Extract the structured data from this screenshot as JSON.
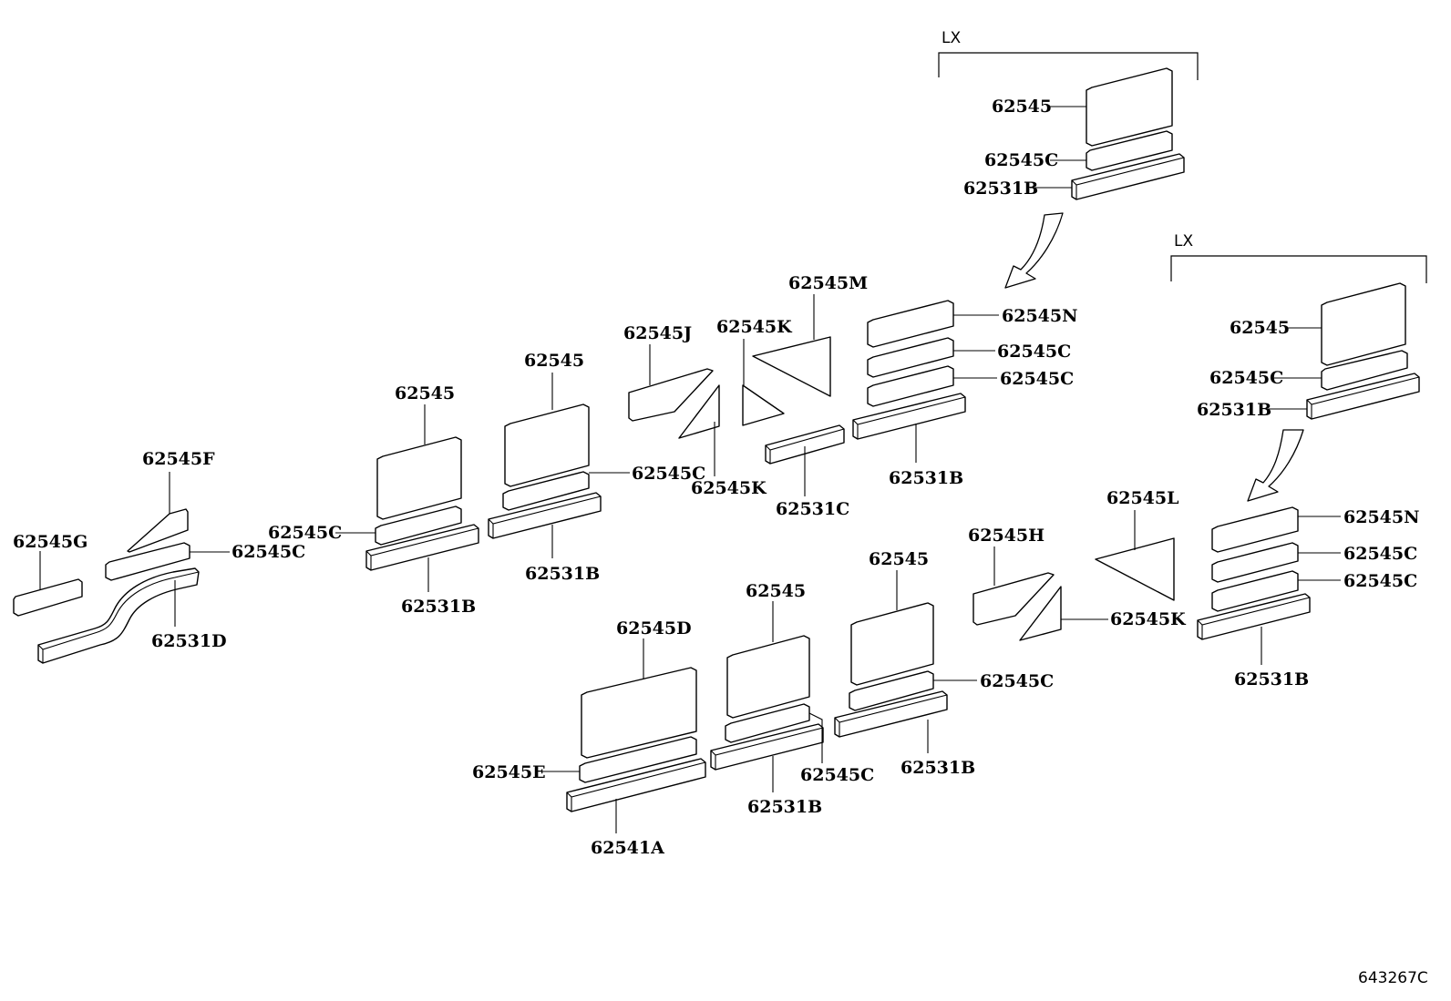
{
  "diagram": {
    "variant_label": "LX",
    "reference_code": "643267C",
    "labels": {
      "lx1_62545": "62545",
      "lx1_62545c": "62545C",
      "lx1_62531b": "62531B",
      "lx2_62545": "62545",
      "lx2_62545c": "62545C",
      "lx2_62531b": "62531B",
      "up_62545n": "62545N",
      "up_62545c_a": "62545C",
      "up_62545c_b": "62545C",
      "up_62531b": "62531B",
      "mid_62545m": "62545M",
      "mid_62545k_top": "62545K",
      "mid_62545j": "62545J",
      "mid_62545k_bot": "62545K",
      "mid_62531c": "62531C",
      "g2_62545": "62545",
      "g2_62545c": "62545C",
      "g2_62531b": "62531B",
      "g1_62545": "62545",
      "g1_62545c": "62545C",
      "g1_62531b": "62531B",
      "left_62545f": "62545F",
      "left_62545g": "62545G",
      "left_62545c": "62545C",
      "left_62531d": "62531D",
      "r_62545n": "62545N",
      "r_62545c_a": "62545C",
      "r_62545c_b": "62545C",
      "r_62531b": "62531B",
      "r_62545l": "62545L",
      "r_62545h": "62545H",
      "r_62545k": "62545K",
      "b3_62545": "62545",
      "b3_62545c": "62545C",
      "b3_62531b": "62531B",
      "b2_62545": "62545",
      "b2_62545c": "62545C",
      "b2_62531b": "62531B",
      "b1_62545d": "62545D",
      "b1_62545e": "62545E",
      "b1_62541a": "62541A"
    }
  }
}
